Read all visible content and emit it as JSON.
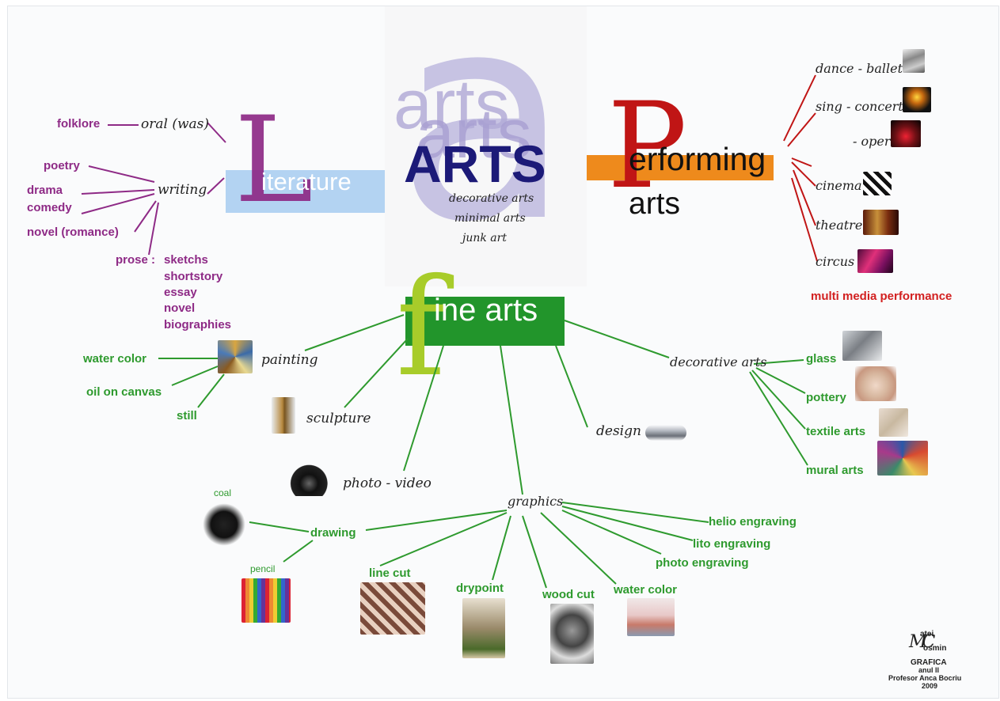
{
  "center": {
    "title": "ARTS",
    "watermark_word": "arts",
    "watermark_letter": "a",
    "subitems": [
      "decorative arts",
      "minimal arts",
      "junk art"
    ]
  },
  "literature": {
    "initial": "L",
    "label": "iterature",
    "oral": "oral (was)",
    "folklore": "folklore",
    "writing": "writing",
    "poetry": "poetry",
    "drama": "drama",
    "comedy": "comedy",
    "novel": "novel (romance)",
    "prose": "prose :",
    "prose_items": [
      "sketchs",
      "shortstory",
      "essay",
      "novel",
      "biographies"
    ]
  },
  "performing": {
    "initial": "P",
    "label": "erforming",
    "label2": "arts",
    "items": [
      "dance - ballet",
      "sing - concerts",
      "- opera",
      "cinema",
      "theatre",
      "circus"
    ],
    "multimedia": "multi media performance"
  },
  "fine": {
    "initial": "f",
    "label": "ine arts",
    "painting": "painting",
    "painting_items": [
      "water color",
      "oil on canvas",
      "still"
    ],
    "sculpture": "sculpture",
    "photo": "photo - video",
    "design": "design",
    "decorative": "decorative arts",
    "decorative_items": [
      "glass",
      "pottery",
      "textile arts",
      "mural arts"
    ],
    "graphics": "graphics",
    "drawing": "drawing",
    "coal": "coal",
    "pencil": "pencil",
    "graphics_items": [
      "line cut",
      "drypoint",
      "wood cut",
      "water color",
      "photo engraving",
      "lito engraving",
      "helio engraving"
    ]
  },
  "credits": {
    "initials": "MC",
    "name1": "atei",
    "name2": "osmin",
    "line1": "GRAFICA",
    "line2": "anul II",
    "line3": "Profesor Anca Bocriu",
    "line4": "2009"
  },
  "colors": {
    "literature": "#8e2a86",
    "literature_bar": "#b3d3f2",
    "performing": "#c01515",
    "performing_bar": "#ee8a1c",
    "fine": "#2e9a2e",
    "fine_bar": "#22952b",
    "fine_letter": "#a8cc2a",
    "center_title": "#1c1a78",
    "watermark": "#b9b5da"
  }
}
